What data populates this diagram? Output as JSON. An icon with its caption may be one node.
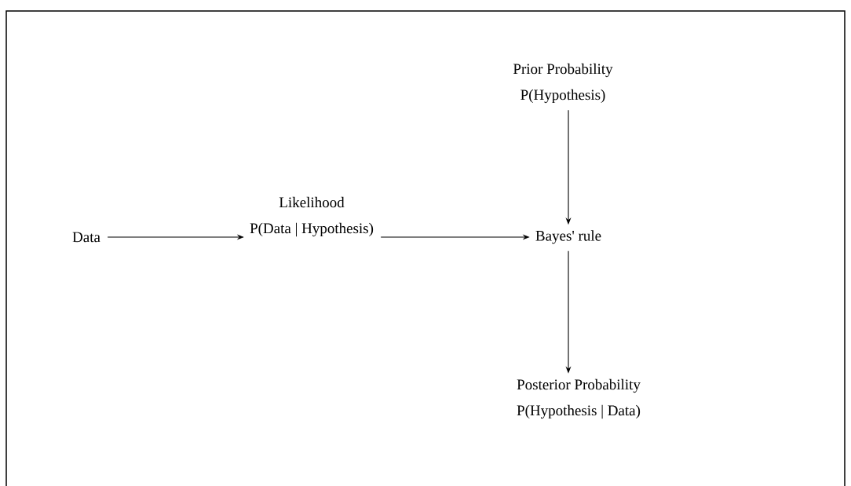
{
  "diagram": {
    "nodes": [
      {
        "text": [
          "Data"
        ]
      },
      {
        "text": [
          "Likelihood",
          "P(Data | Hypothesis)"
        ]
      },
      {
        "text": [
          "Prior Probability",
          "P(Hypothesis)"
        ]
      },
      {
        "text": [
          "Bayes' rule"
        ]
      },
      {
        "text": [
          "Posterior Probability",
          "P(Hypothesis | Data)"
        ]
      }
    ],
    "edges": [
      {
        "from": 0,
        "to": 1,
        "arrow": "to"
      },
      {
        "from": 1,
        "to": 3,
        "arrow": "to"
      },
      {
        "from": 2,
        "to": 3,
        "arrow": "to"
      },
      {
        "from": 3,
        "to": 4,
        "arrow": "to"
      }
    ]
  }
}
